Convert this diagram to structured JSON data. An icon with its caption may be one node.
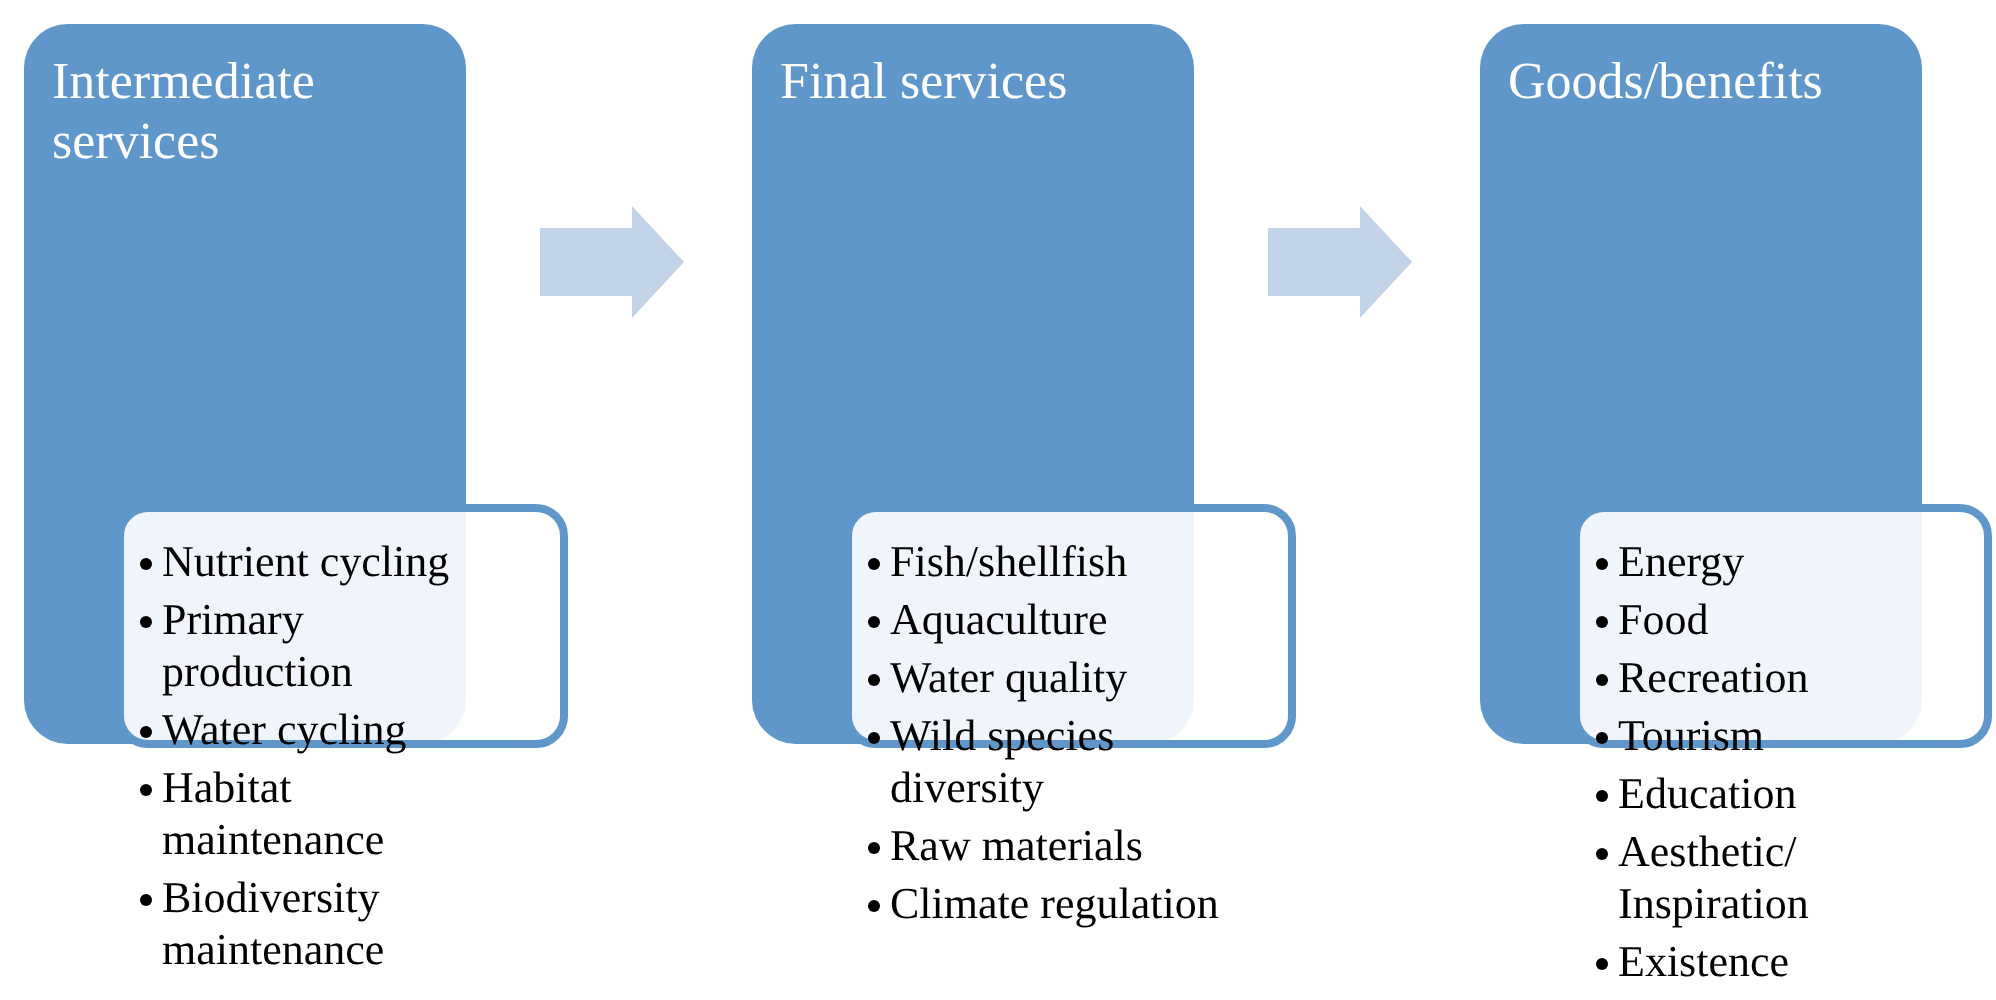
{
  "diagram": {
    "nodes": [
      {
        "text": [
          "Intermediate services"
        ]
      },
      {
        "text": [
          "Nutrient cycling",
          "Primary production",
          "Water cycling",
          "Habitat maintenance",
          "Biodiversity maintenance"
        ]
      },
      {
        "text": [
          "Final services"
        ]
      },
      {
        "text": [
          "Fish/shellfish",
          "Aquaculture",
          "Water quality",
          "Wild species diversity",
          "Raw materials",
          "Climate regulation"
        ]
      },
      {
        "text": [
          "Goods/benefits"
        ]
      },
      {
        "text": [
          "Energy",
          "Food",
          "Recreation",
          "Tourism",
          "Education",
          "Aesthetic/ Inspiration",
          "Existence"
        ]
      }
    ],
    "edges": [
      {
        "from": 0,
        "to": 2,
        "arrow": "to"
      },
      {
        "from": 2,
        "to": 4,
        "arrow": "to"
      }
    ]
  }
}
